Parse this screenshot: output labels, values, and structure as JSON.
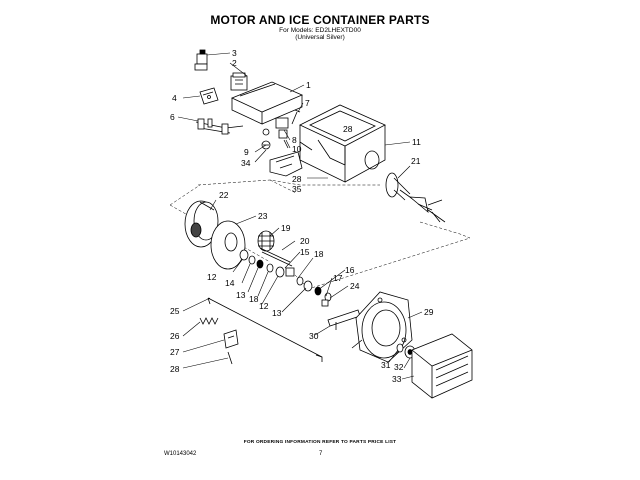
{
  "header": {
    "title": "MOTOR AND ICE CONTAINER PARTS",
    "models_line": "For Models: ED2LHEXTD00",
    "color_line": "(Universal Silver)"
  },
  "callouts": {
    "c1": "1",
    "c2": "2",
    "c3": "3",
    "c4": "4",
    "c6": "6",
    "c7": "7",
    "c8": "8",
    "c9": "9",
    "c10": "10",
    "c11": "11",
    "c12a": "12",
    "c12b": "12",
    "c12c": "12",
    "c13a": "13",
    "c13b": "13",
    "c14": "14",
    "c15": "15",
    "c16": "16",
    "c17": "17",
    "c18a": "18",
    "c18b": "18",
    "c19": "19",
    "c20": "20",
    "c21": "21",
    "c22": "22",
    "c23": "23",
    "c24": "24",
    "c25": "25",
    "c26": "26",
    "c27": "27",
    "c28a": "28",
    "c28b": "28",
    "c28c": "28",
    "c29": "29",
    "c30": "30",
    "c31": "31",
    "c32": "32",
    "c33": "33",
    "c34": "34",
    "c35": "35"
  },
  "footer": {
    "note": "FOR ORDERING INFORMATION REFER TO PARTS PRICE LIST",
    "doc_number": "W10143042",
    "page_number": "7"
  }
}
